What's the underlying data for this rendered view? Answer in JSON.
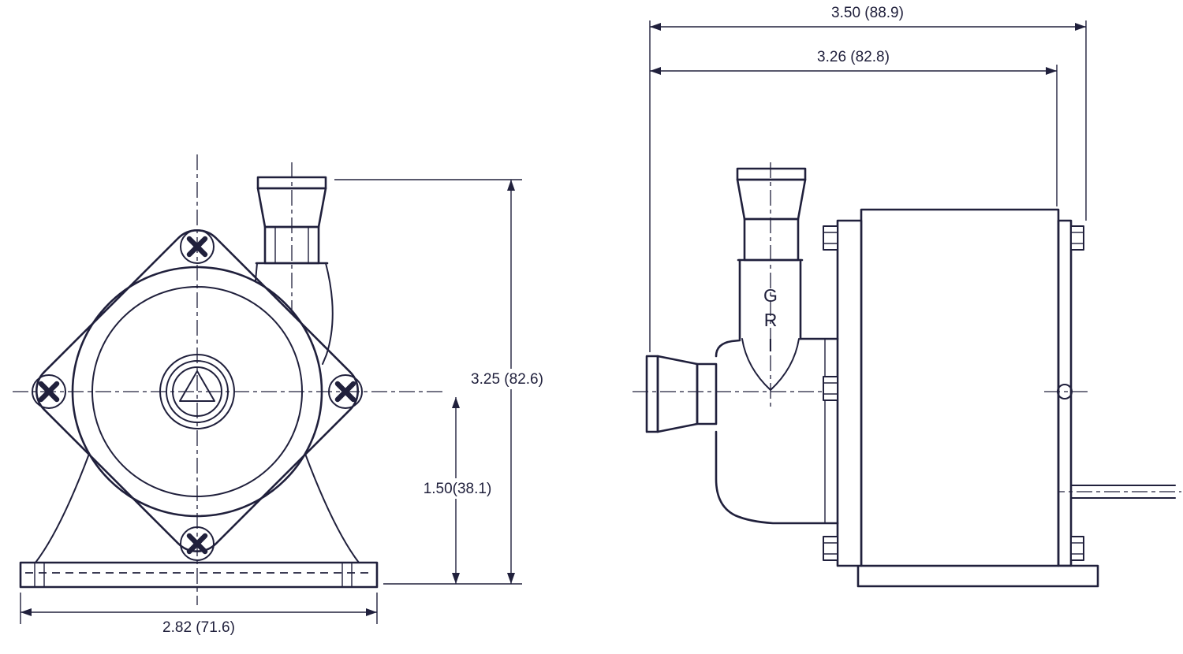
{
  "page": {
    "background": "#ffffff",
    "ink": "#20203c"
  },
  "front_view": {
    "dim_height": "3.25 (82.6)",
    "dim_partial_height": "1.50(38.1)",
    "dim_width": "2.82 (71.6)"
  },
  "side_view": {
    "dim_overall_length": "3.50 (88.9)",
    "dim_housing_length": "3.26 (82.8)",
    "brand_letters": [
      "G",
      "R",
      "I"
    ]
  }
}
